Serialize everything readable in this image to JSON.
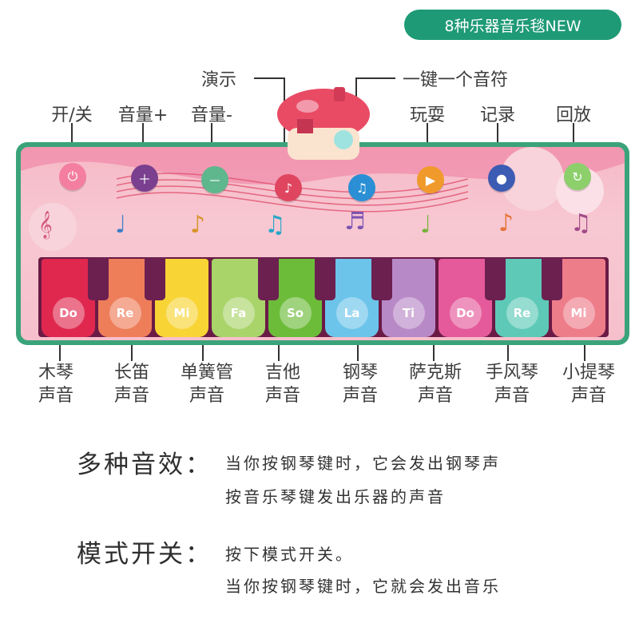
{
  "badge": {
    "text": "8种乐器音乐毯NEW"
  },
  "top_labels": [
    {
      "id": "demo",
      "text": "演示"
    },
    {
      "id": "one-key",
      "text": "一键一个音符"
    },
    {
      "id": "power",
      "text": "开/关"
    },
    {
      "id": "vol-up",
      "text": "音量+"
    },
    {
      "id": "vol-down",
      "text": "音量-"
    },
    {
      "id": "play",
      "text": "玩耍"
    },
    {
      "id": "record",
      "text": "记录"
    },
    {
      "id": "replay",
      "text": "回放"
    }
  ],
  "mat_buttons": {
    "power": "ON/OFF",
    "demo": "DEMO",
    "one_key": "ONE KEY",
    "play": "PLAY",
    "record": "RECORD"
  },
  "notes": [
    "Do",
    "Re",
    "Mi",
    "Fa",
    "So",
    "La",
    "Ti",
    "Do",
    "Re",
    "Mi"
  ],
  "key_colors": [
    "#e0284f",
    "#ee7d5a",
    "#f8d435",
    "#a9d46a",
    "#6cbc3a",
    "#6cc4ea",
    "#b889c7",
    "#e55a9a",
    "#5ec9b7",
    "#ee7d8a"
  ],
  "bottom_labels": [
    {
      "name": "木琴",
      "sound": "声音"
    },
    {
      "name": "长笛",
      "sound": "声音"
    },
    {
      "name": "单簧管",
      "sound": "声音"
    },
    {
      "name": "吉他",
      "sound": "声音"
    },
    {
      "name": "钢琴",
      "sound": "声音"
    },
    {
      "name": "萨克斯",
      "sound": "声音"
    },
    {
      "name": "手风琴",
      "sound": "声音"
    },
    {
      "name": "小提琴",
      "sound": "声音"
    }
  ],
  "features": [
    {
      "title": "多种音效：",
      "lines": [
        "当你按钢琴键时，它会发出钢琴声",
        "按音乐琴键发出乐器的声音"
      ]
    },
    {
      "title": "模式开关：",
      "lines": [
        "按下模式开关。",
        "当你按钢琴键时，它就会发出音乐"
      ]
    }
  ]
}
